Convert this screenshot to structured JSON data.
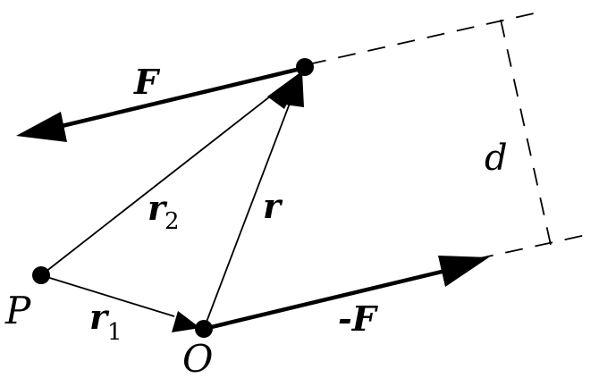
{
  "diagram": {
    "labels": {
      "force_top": "F",
      "force_bottom": "-F",
      "distance": "d",
      "vector_r": "r",
      "vector_r2": "r",
      "vector_r2_sub": "2",
      "vector_r1": "r",
      "vector_r1_sub": "1",
      "point_p": "P",
      "point_o": "O"
    },
    "colors": {
      "ink": "#000000",
      "background": "#ffffff"
    }
  }
}
